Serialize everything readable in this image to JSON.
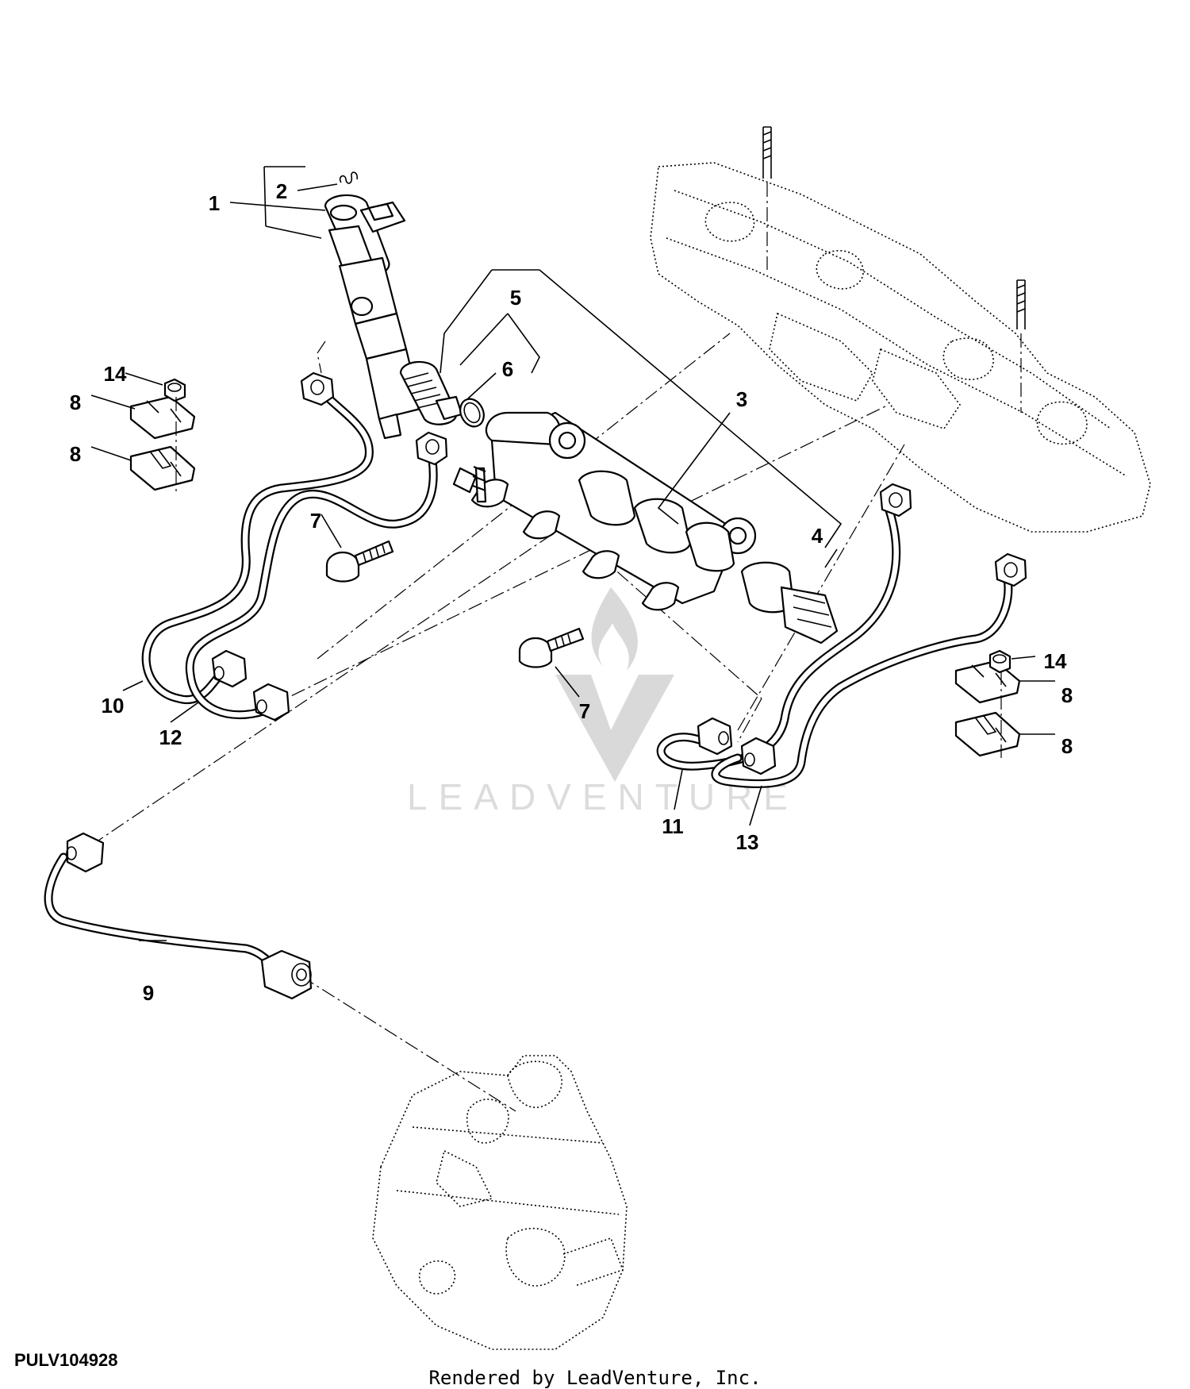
{
  "diagram": {
    "callouts": [
      {
        "id": "1",
        "label": "1"
      },
      {
        "id": "2",
        "label": "2"
      },
      {
        "id": "3",
        "label": "3"
      },
      {
        "id": "4",
        "label": "4"
      },
      {
        "id": "5",
        "label": "5"
      },
      {
        "id": "6",
        "label": "6"
      },
      {
        "id": "7a",
        "label": "7"
      },
      {
        "id": "7b",
        "label": "7"
      },
      {
        "id": "8a",
        "label": "8"
      },
      {
        "id": "8b",
        "label": "8"
      },
      {
        "id": "8c",
        "label": "8"
      },
      {
        "id": "8d",
        "label": "8"
      },
      {
        "id": "9",
        "label": "9"
      },
      {
        "id": "10",
        "label": "10"
      },
      {
        "id": "11",
        "label": "11"
      },
      {
        "id": "12",
        "label": "12"
      },
      {
        "id": "13",
        "label": "13"
      },
      {
        "id": "14a",
        "label": "14"
      },
      {
        "id": "14b",
        "label": "14"
      }
    ],
    "watermark_text": "LEADVENTURE",
    "figure_id": "PULV104928",
    "footer": "Rendered by LeadVenture, Inc."
  }
}
